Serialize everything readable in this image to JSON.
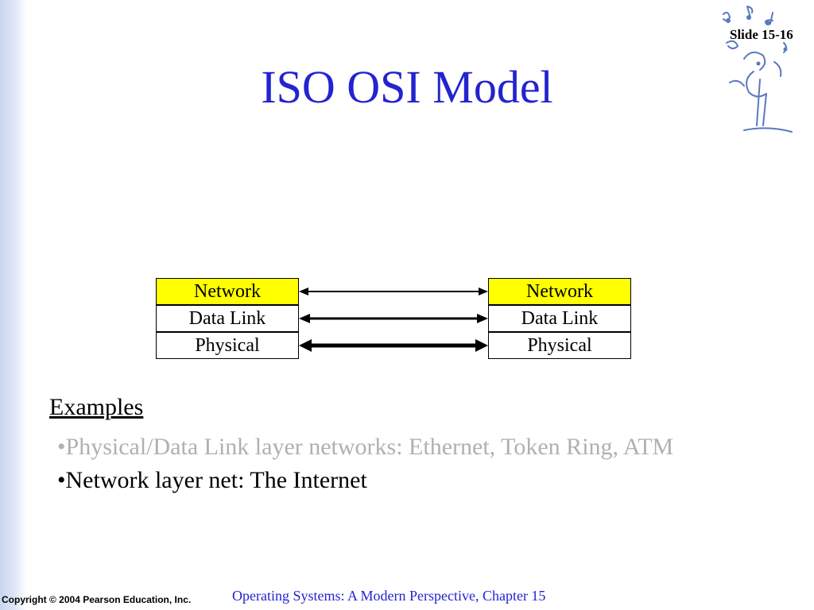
{
  "slide_number": "Slide 15-16",
  "title": "ISO OSI Model",
  "diagram": {
    "left_stack": [
      "Network",
      "Data Link",
      "Physical"
    ],
    "right_stack": [
      "Network",
      "Data Link",
      "Physical"
    ],
    "highlight_color": "#ffff00"
  },
  "examples": {
    "heading": "Examples",
    "bullets": [
      "•Physical/Data Link layer networks: Ethernet, Token Ring, ATM",
      "•Network layer net: The Internet"
    ]
  },
  "footer": {
    "copyright": "Copyright © 2004 Pearson Education, Inc.",
    "book": "Operating Systems: A Modern Perspective, Chapter 15"
  },
  "colors": {
    "title": "#2323d0",
    "faded_text": "#b0b0b0",
    "sidebar": "#c9d6ef"
  }
}
